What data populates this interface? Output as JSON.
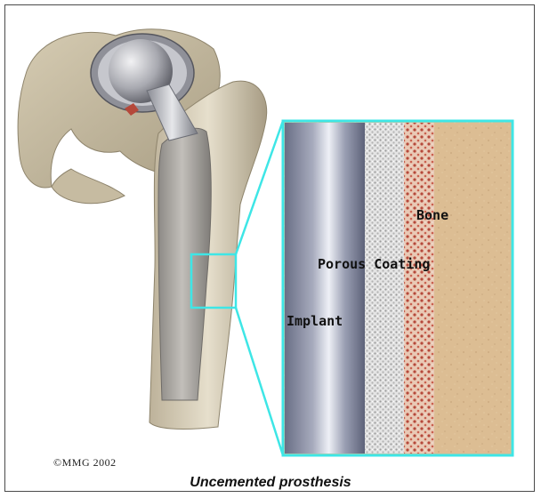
{
  "figure": {
    "labels": {
      "bone": "Bone",
      "porous_coating": "Porous Coating",
      "implant": "Implant"
    },
    "copyright": "©MMG 2002",
    "caption": "Uncemented prosthesis",
    "colors": {
      "callout_border": "#3ee6e6",
      "bone": "#d9b98f",
      "implant": "#8e94ac",
      "porous_coating": "#e8e8e8",
      "interface": "#c98570"
    }
  }
}
